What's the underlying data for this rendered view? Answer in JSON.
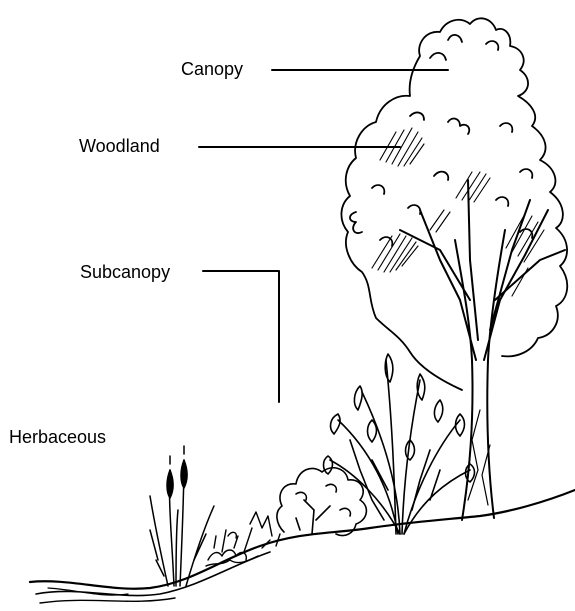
{
  "labels": {
    "canopy": "Canopy",
    "woodland": "Woodland",
    "subcanopy": "Subcanopy",
    "herbaceous": "Herbaceous"
  },
  "colors": {
    "ink": "#000000",
    "background": "#ffffff"
  }
}
